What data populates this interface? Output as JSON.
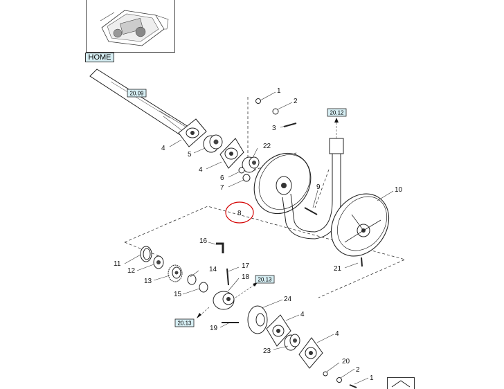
{
  "home_button": {
    "label": "HOME"
  },
  "refs": {
    "r1": "20.09",
    "r2": "20.12",
    "r3": "20.13",
    "r4": "20.13"
  },
  "labels": {
    "p1a": "1",
    "p2a": "2",
    "p3": "3",
    "p4a": "4",
    "p5": "5",
    "p4b": "4",
    "p6": "6",
    "p7": "7",
    "p22": "22",
    "p8": "8",
    "p9": "9",
    "p10": "10",
    "p21": "21",
    "p16": "16",
    "p11": "11",
    "p12": "12",
    "p13": "13",
    "p14": "14",
    "p17": "17",
    "p18": "18",
    "p15": "15",
    "p24": "24",
    "p4c": "4",
    "p19": "19",
    "p4d": "4",
    "p23": "23",
    "p20": "20",
    "p2b": "2",
    "p1b": "1"
  },
  "colors": {
    "highlight": "#d40000",
    "ref_bg": "#d6eef3"
  },
  "icons": {
    "nav": "up-chevron-icon"
  }
}
